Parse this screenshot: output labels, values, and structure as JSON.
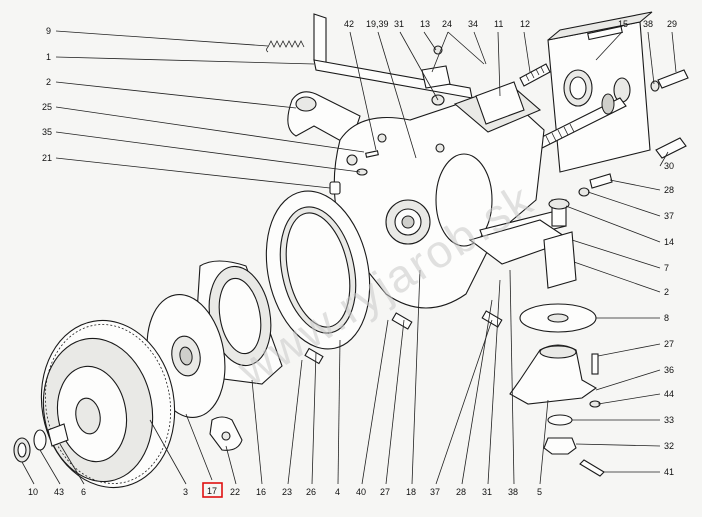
{
  "watermark": "www.ryjarob.sk",
  "highlighted_label": "17",
  "callouts_left": [
    {
      "id": "l9",
      "text": "9"
    },
    {
      "id": "l1",
      "text": "1"
    },
    {
      "id": "l2a",
      "text": "2"
    },
    {
      "id": "l25",
      "text": "25"
    },
    {
      "id": "l35",
      "text": "35"
    },
    {
      "id": "l21",
      "text": "21"
    }
  ],
  "callouts_top": [
    {
      "id": "t42",
      "text": "42"
    },
    {
      "id": "t1939",
      "text": "19,39"
    },
    {
      "id": "t31",
      "text": "31"
    },
    {
      "id": "t13",
      "text": "13"
    },
    {
      "id": "t24",
      "text": "24"
    },
    {
      "id": "t34",
      "text": "34"
    },
    {
      "id": "t11",
      "text": "11"
    },
    {
      "id": "t12",
      "text": "12"
    },
    {
      "id": "t15",
      "text": "15"
    },
    {
      "id": "t38",
      "text": "38"
    },
    {
      "id": "t29",
      "text": "29"
    }
  ],
  "callouts_right": [
    {
      "id": "r30",
      "text": "30"
    },
    {
      "id": "r28",
      "text": "28"
    },
    {
      "id": "r37",
      "text": "37"
    },
    {
      "id": "r14",
      "text": "14"
    },
    {
      "id": "r7",
      "text": "7"
    },
    {
      "id": "r2",
      "text": "2"
    },
    {
      "id": "r8",
      "text": "8"
    },
    {
      "id": "r27",
      "text": "27"
    },
    {
      "id": "r36",
      "text": "36"
    },
    {
      "id": "r44",
      "text": "44"
    },
    {
      "id": "r33",
      "text": "33"
    },
    {
      "id": "r32",
      "text": "32"
    },
    {
      "id": "r41",
      "text": "41"
    }
  ],
  "callouts_bottom": [
    {
      "id": "b10",
      "text": "10"
    },
    {
      "id": "b43",
      "text": "43"
    },
    {
      "id": "b6",
      "text": "6"
    },
    {
      "id": "b3",
      "text": "3"
    },
    {
      "id": "b17",
      "text": "17"
    },
    {
      "id": "b22",
      "text": "22"
    },
    {
      "id": "b16",
      "text": "16"
    },
    {
      "id": "b23",
      "text": "23"
    },
    {
      "id": "b26",
      "text": "26"
    },
    {
      "id": "b4",
      "text": "4"
    },
    {
      "id": "b40",
      "text": "40"
    },
    {
      "id": "b27",
      "text": "27"
    },
    {
      "id": "b18",
      "text": "18"
    },
    {
      "id": "b37",
      "text": "37"
    },
    {
      "id": "b28",
      "text": "28"
    },
    {
      "id": "b31",
      "text": "31"
    },
    {
      "id": "b38",
      "text": "38"
    },
    {
      "id": "b5",
      "text": "5"
    }
  ]
}
